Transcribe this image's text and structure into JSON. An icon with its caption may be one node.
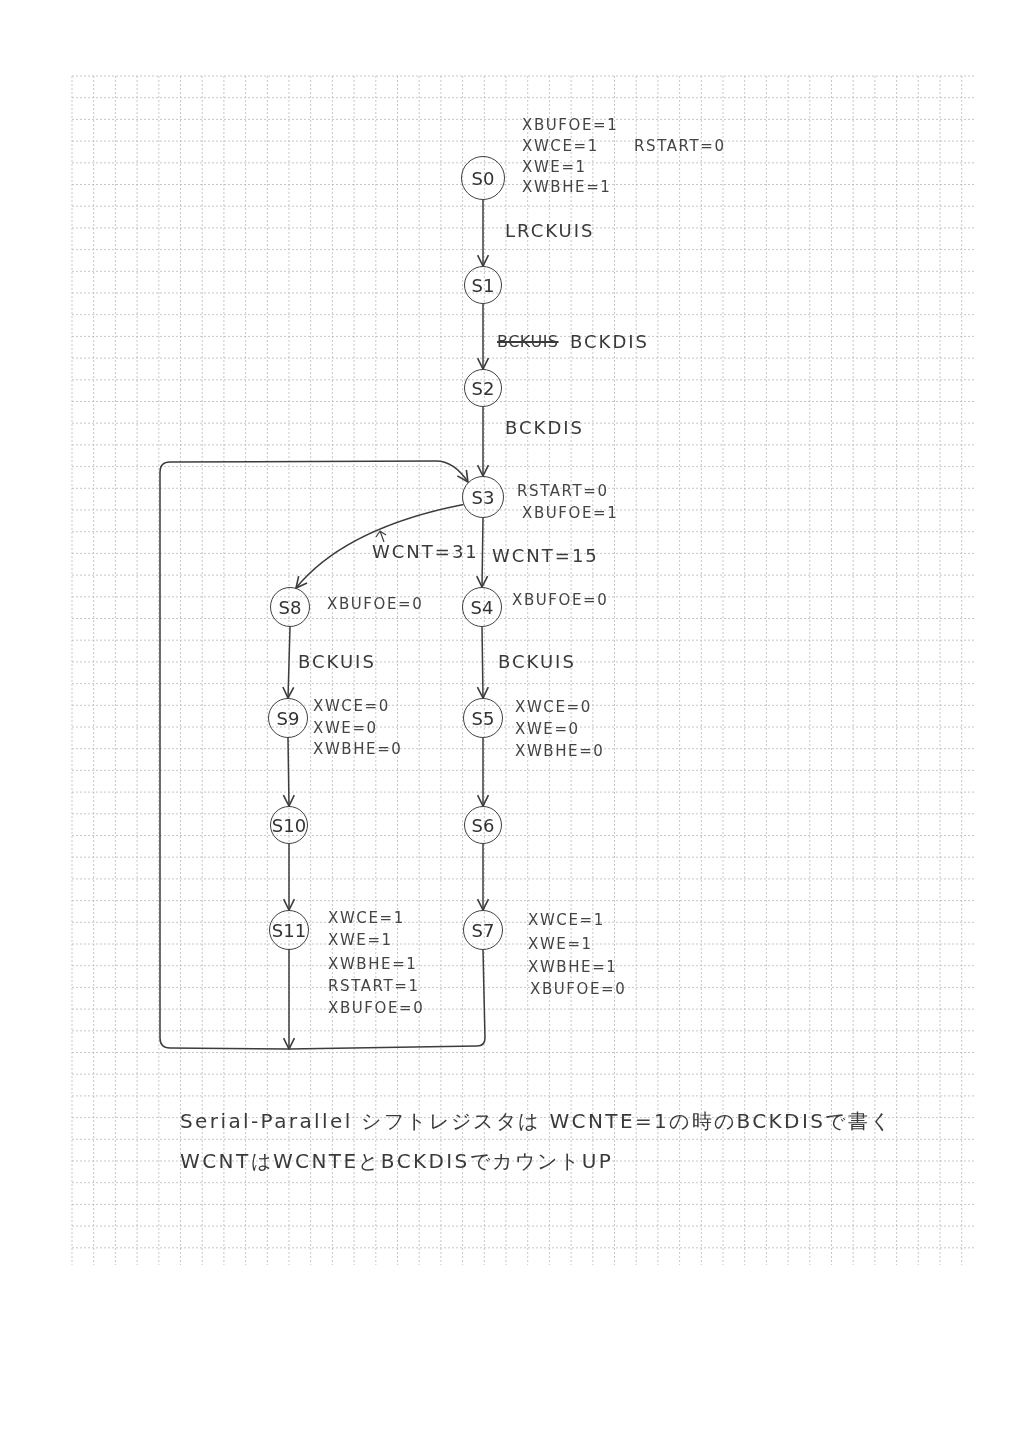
{
  "diagram": {
    "nodes": [
      {
        "text": [
          "S0"
        ],
        "beside": [
          "XBUFOE=1",
          "XWCE=1",
          "XWE=1",
          "XWBHE=1",
          "RSTART=0"
        ]
      },
      {
        "text": [
          "S1"
        ]
      },
      {
        "text": [
          "S2"
        ]
      },
      {
        "text": [
          "S3"
        ],
        "beside": [
          "RSTART=0",
          "XBUFOE=1"
        ]
      },
      {
        "text": [
          "S8"
        ],
        "beside": [
          "XBUFOE=0"
        ]
      },
      {
        "text": [
          "S4"
        ],
        "beside": [
          "XBUFOE=0"
        ]
      },
      {
        "text": [
          "S9"
        ],
        "beside": [
          "XWCE=0",
          "XWE=0",
          "XWBHE=0"
        ]
      },
      {
        "text": [
          "S5"
        ],
        "beside": [
          "XWCE=0",
          "XWE=0",
          "XWBHE=0"
        ]
      },
      {
        "text": [
          "S10"
        ]
      },
      {
        "text": [
          "S6"
        ]
      },
      {
        "text": [
          "S11"
        ],
        "beside": [
          "XWCE=1",
          "XWE=1",
          "XWBHE=1",
          "RSTART=1",
          "XBUFOE=0"
        ]
      },
      {
        "text": [
          "S7"
        ],
        "beside": [
          "XWCE=1",
          "XWE=1",
          "XWBHE=1",
          "XBUFOE=0"
        ]
      }
    ],
    "edges": [
      {
        "from": 0,
        "to": 1,
        "arrow": "to",
        "label": "LRCKUIS"
      },
      {
        "from": 1,
        "to": 2,
        "arrow": "to",
        "label": "BCKDIS"
      },
      {
        "from": 2,
        "to": 3,
        "arrow": "to",
        "label": "BCKDIS"
      },
      {
        "from": 3,
        "to": 4,
        "arrow": "to",
        "label": "WCNT=31"
      },
      {
        "from": 3,
        "to": 5,
        "arrow": "to",
        "label": "WCNT=15"
      },
      {
        "from": 4,
        "to": 6,
        "arrow": "to",
        "label": "BCKUIS"
      },
      {
        "from": 5,
        "to": 7,
        "arrow": "to",
        "label": "BCKUIS"
      },
      {
        "from": 6,
        "to": 8,
        "arrow": "to"
      },
      {
        "from": 7,
        "to": 9,
        "arrow": "to"
      },
      {
        "from": 8,
        "to": 10,
        "arrow": "to"
      },
      {
        "from": 9,
        "to": 11,
        "arrow": "to"
      },
      {
        "from": 10,
        "to": 3,
        "arrow": "to"
      },
      {
        "from": 11,
        "to": 3,
        "arrow": "to"
      }
    ],
    "labels": [
      "BCKUIS",
      "Serial-Parallel シフトレジスタは WCNTE=1の時のBCKDISで書く",
      "WCNTはWCNTEとBCKDISでカウントUP"
    ]
  }
}
